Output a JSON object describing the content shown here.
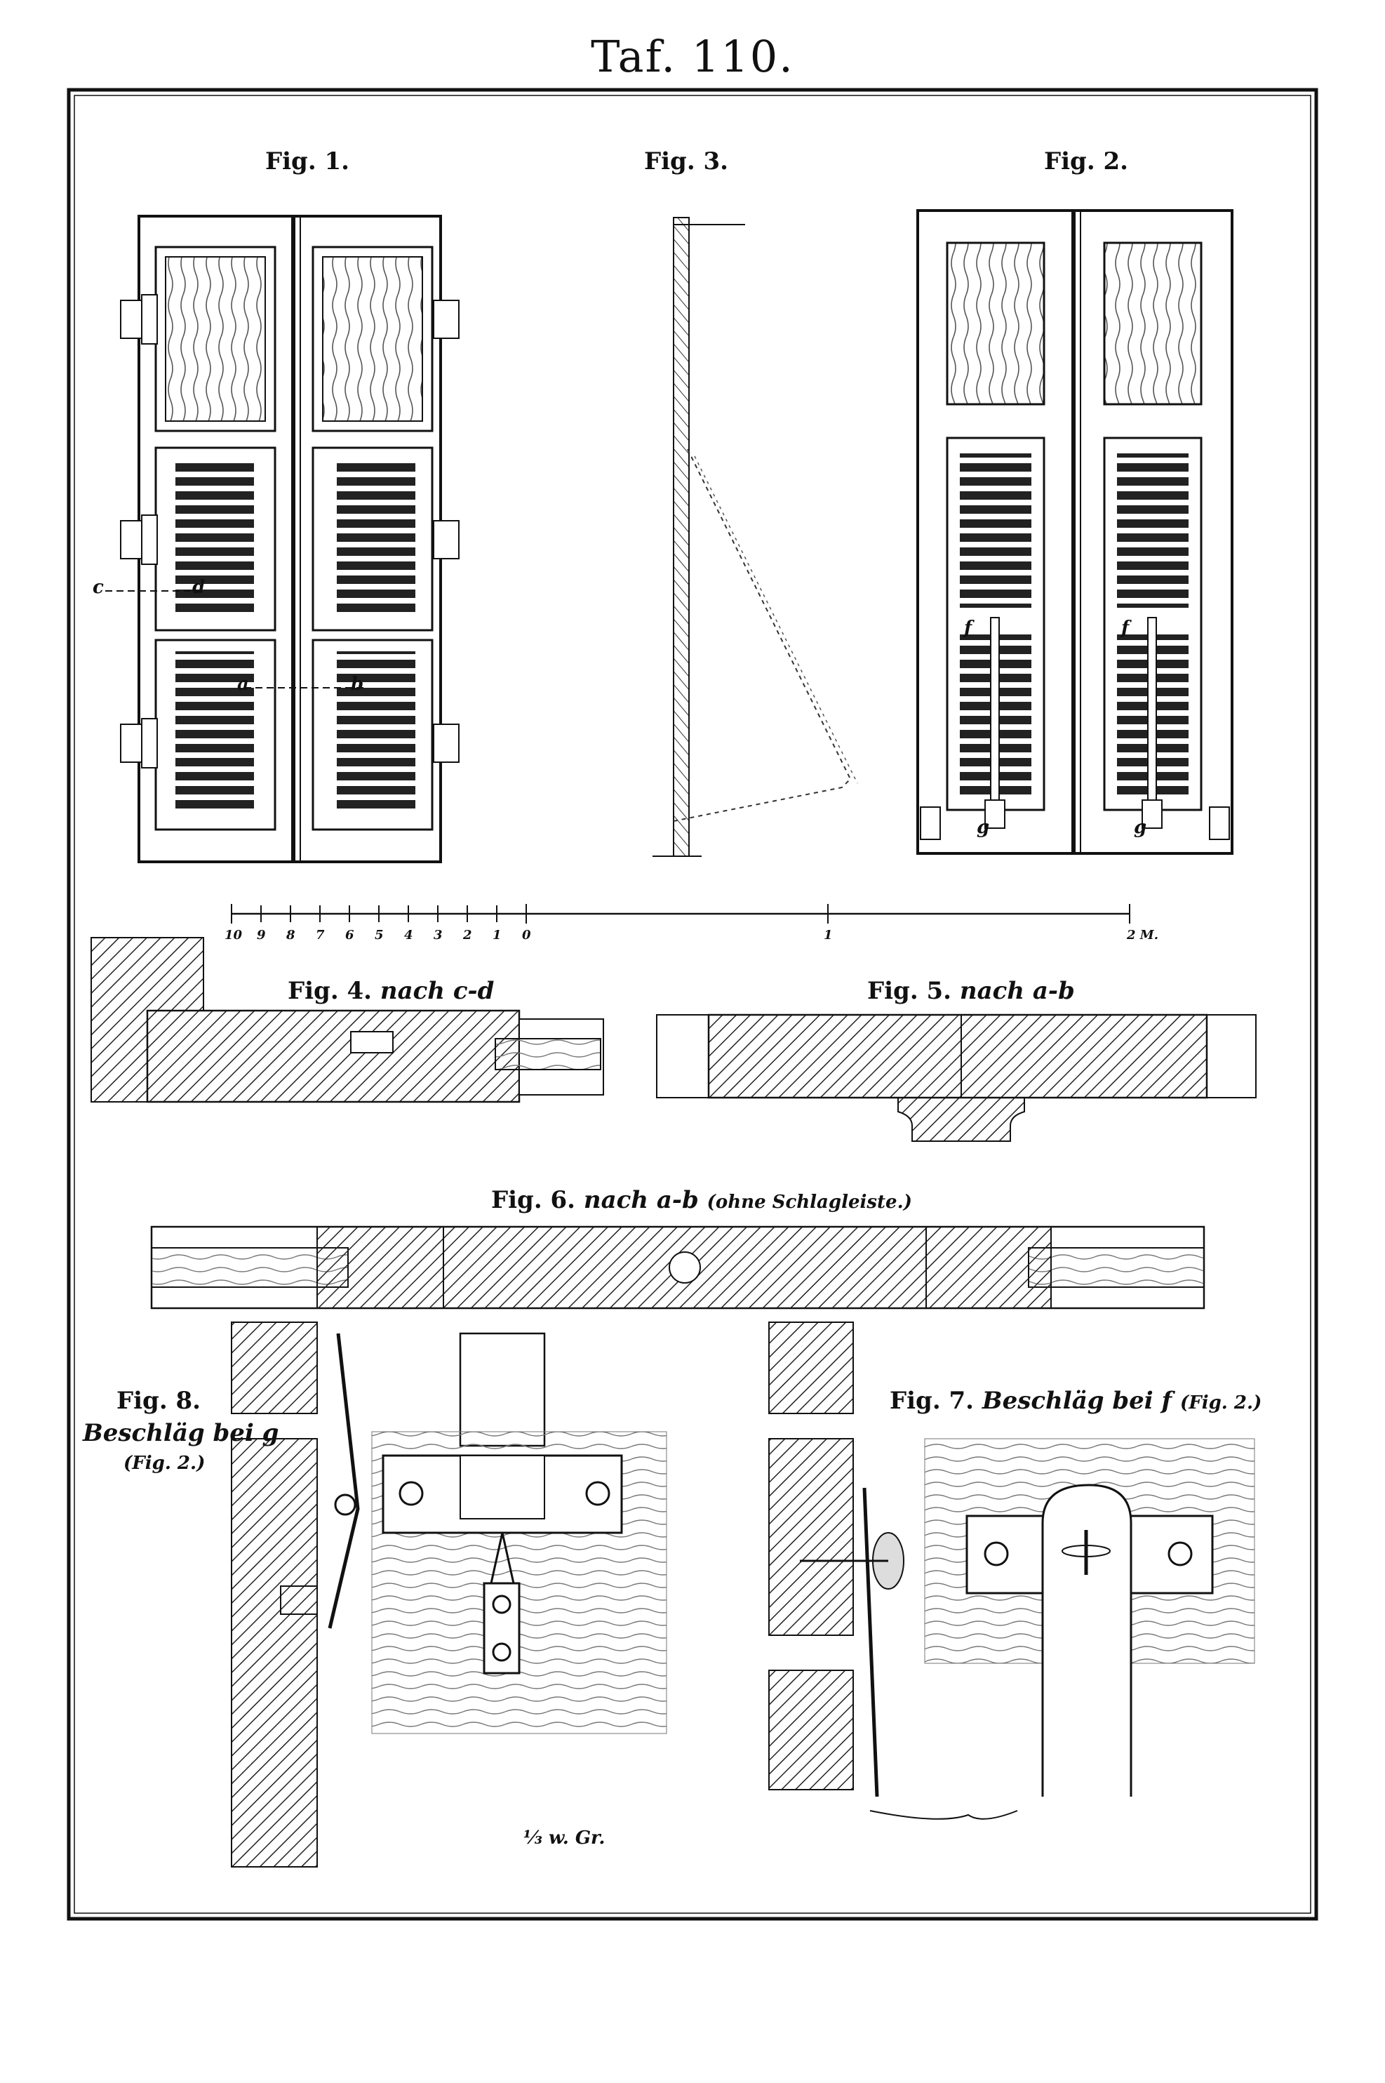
{
  "plate": {
    "title": "Taf. 110."
  },
  "figures": {
    "fig1": "Fig. 1.",
    "fig2": "Fig. 2.",
    "fig3": "Fig. 3.",
    "fig4": {
      "label": "Fig. 4.",
      "caption": "nach c-d"
    },
    "fig5": {
      "label": "Fig. 5.",
      "caption": "nach a-b"
    },
    "fig6": {
      "label": "Fig. 6.",
      "caption": "nach a-b",
      "note": "(ohne Schlagleiste.)"
    },
    "fig7": {
      "label": "Fig. 7.",
      "caption": "Beschläg bei f",
      "ref": "(Fig. 2.)"
    },
    "fig8": {
      "label": "Fig. 8.",
      "caption": "Beschläg bei g",
      "ref": "(Fig. 2.)"
    }
  },
  "section_marks": {
    "a": "a",
    "b": "b",
    "c": "c",
    "d": "d",
    "f": "f",
    "g": "g"
  },
  "scale": {
    "ticks": [
      "10",
      "9",
      "8",
      "7",
      "6",
      "5",
      "4",
      "3",
      "2",
      "1",
      "0"
    ],
    "major": [
      "1",
      "2 M."
    ],
    "detail_scale": "⅓ w. Gr."
  }
}
